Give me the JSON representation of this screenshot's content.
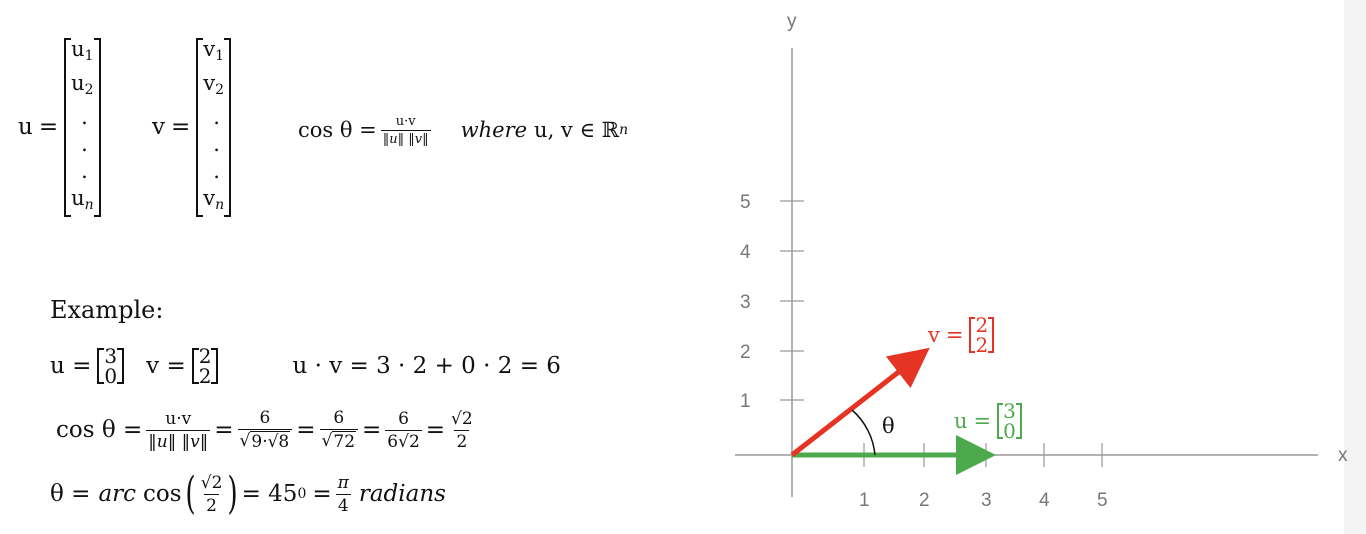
{
  "definitions": {
    "u_label": "u",
    "v_label": "v",
    "equals": "=",
    "u_entries": [
      "u",
      ".",
      ".",
      ".",
      "u"
    ],
    "u_subs": [
      "1",
      "2",
      "",
      "",
      "",
      "n"
    ],
    "v_entries": [
      "v",
      "v",
      ".",
      ".",
      ".",
      "v"
    ],
    "v_subs": [
      "1",
      "2",
      "",
      "",
      "",
      "n"
    ],
    "cos_theta": "cos θ =",
    "formula_num": "u·v",
    "formula_den": "‖u‖ ‖v‖",
    "where_word": "where",
    "where_rest": "u, v ∈ ℝ",
    "where_sup": "n"
  },
  "example": {
    "heading": "Example:",
    "u_vec": [
      "3",
      "0"
    ],
    "v_vec": [
      "2",
      "2"
    ],
    "u_eq": "u =",
    "v_eq": "v =",
    "dot": "u · v = 3 · 2 + 0 · 2 = 6",
    "cos_eq": "cos θ =",
    "f1_num": "u·v",
    "f1_den": "‖u‖ ‖v‖",
    "f2_num": "6",
    "f2_den": "9·√8",
    "f3_num": "6",
    "f3_den": "72",
    "f4_num": "6",
    "f4_den": "6√2",
    "f5_num": "√2",
    "f5_den": "2",
    "theta_eq": "θ =",
    "arc": "arc",
    "cos_word": "cos",
    "inner_num": "√2",
    "inner_den": "2",
    "deg": "= 45",
    "deg_sup": "0",
    "pi_num": "π",
    "pi_den": "4",
    "radians": "radians"
  },
  "chart_data": {
    "type": "vector-diagram",
    "x_label": "x",
    "y_label": "y",
    "x_ticks": [
      "1",
      "2",
      "3",
      "4",
      "5"
    ],
    "y_ticks": [
      "1",
      "2",
      "3",
      "4",
      "5"
    ],
    "vectors": [
      {
        "name": "u",
        "x": 3,
        "y": 0,
        "color": "#4caa4c",
        "label_entries": [
          "3",
          "0"
        ]
      },
      {
        "name": "v",
        "x": 2,
        "y": 2,
        "color": "#e53424",
        "label_entries": [
          "2",
          "2"
        ]
      }
    ],
    "angle_label": "θ"
  },
  "colors": {
    "red": "#e53424",
    "green": "#4caa4c",
    "axis": "#999999"
  }
}
